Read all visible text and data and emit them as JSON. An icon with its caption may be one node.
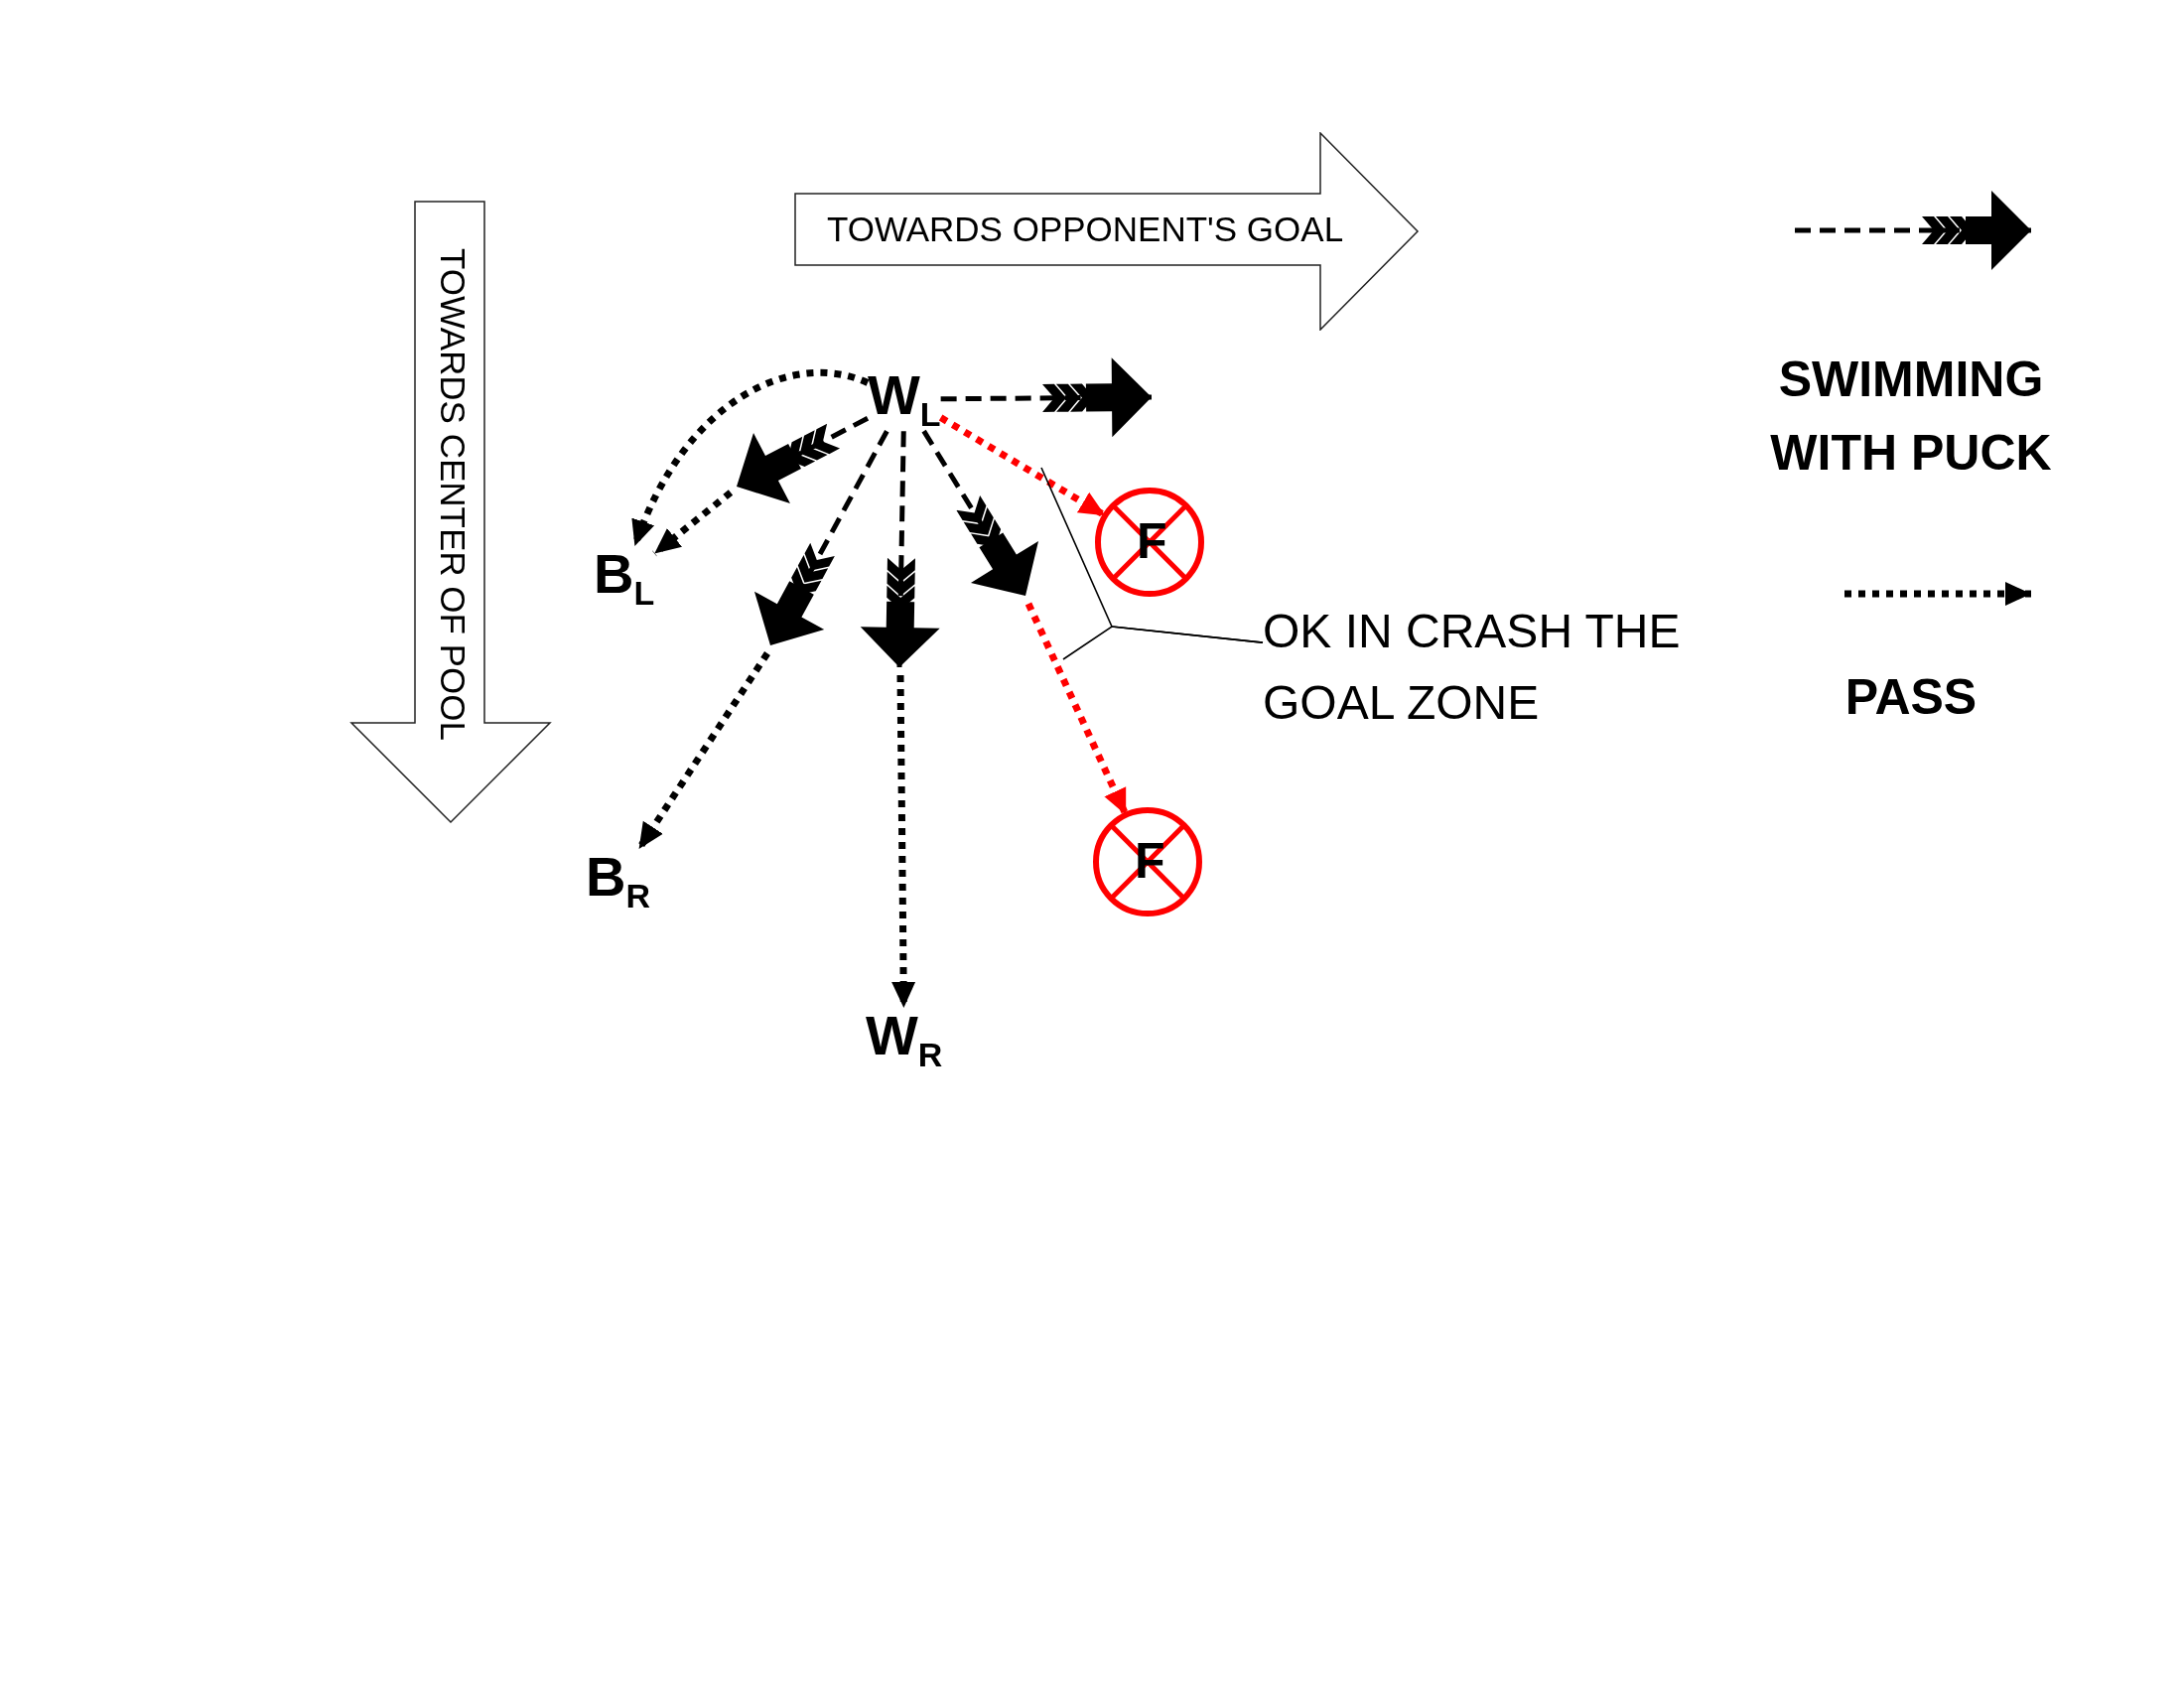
{
  "diagram": {
    "nodes": [
      {
        "text": [
          "TOWARDS OPPONENT'S GOAL"
        ]
      },
      {
        "text": [
          "TOWARDS CENTER OF POOL"
        ]
      },
      {
        "text": [
          "W$_{L}$"
        ]
      },
      {
        "text": [
          "B$_{L}$"
        ]
      },
      {
        "text": [
          "B$_{R}$"
        ]
      },
      {
        "text": [
          "W$_{R}$"
        ]
      },
      {
        "text": [
          "F"
        ]
      },
      {
        "text": [
          "F"
        ]
      },
      {
        "text": [
          "OK IN CRASH THE GOAL ZONE"
        ]
      }
    ],
    "edges": [
      {
        "from": 2,
        "to": 3,
        "arrow": "to",
        "style": "dashed"
      },
      {
        "from": 2,
        "to": null,
        "arrow": "to",
        "style": "dashed"
      },
      {
        "from": null,
        "to": 3,
        "arrow": "to",
        "style": "dashed"
      },
      {
        "from": 2,
        "to": null,
        "arrow": "to",
        "style": "dashed"
      },
      {
        "from": null,
        "to": 4,
        "arrow": "to",
        "style": "dashed"
      },
      {
        "from": 2,
        "to": null,
        "arrow": "to",
        "style": "dashed"
      },
      {
        "from": null,
        "to": 5,
        "arrow": "to",
        "style": "dashed"
      },
      {
        "from": 2,
        "to": null,
        "arrow": "to",
        "style": "dashed"
      },
      {
        "from": null,
        "to": 7,
        "arrow": "to",
        "style": "dashed",
        "color": "#ff0000"
      },
      {
        "from": 2,
        "to": null,
        "arrow": "to",
        "style": "dashed"
      },
      {
        "from": 2,
        "to": 6,
        "arrow": "to",
        "style": "dashed",
        "color": "#ff0000"
      },
      {
        "from": 8,
        "to": null,
        "arrow": "none"
      },
      {
        "from": 8,
        "to": null,
        "arrow": "none"
      }
    ],
    "legend": [
      {
        "text": "SWIMMING WITH PUCK"
      },
      {
        "text": "PASS"
      }
    ]
  }
}
